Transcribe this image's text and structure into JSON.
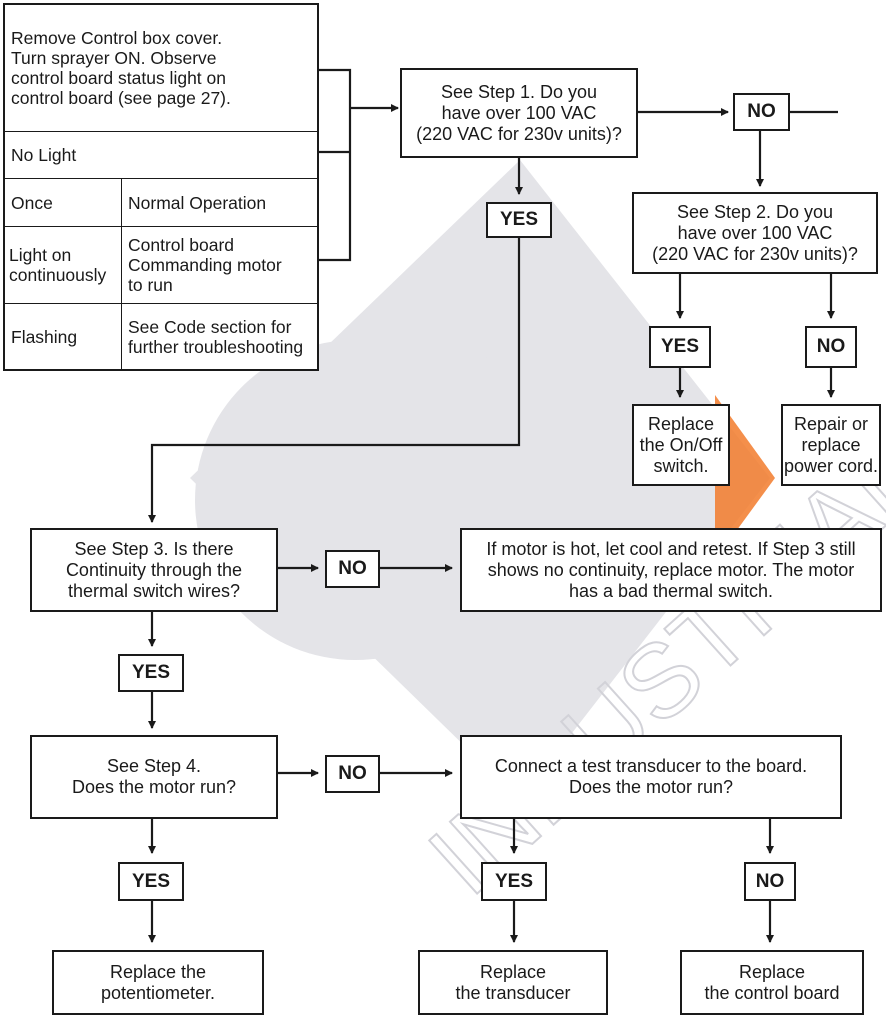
{
  "status_table": {
    "intro": "Remove Control box cover.\nTurn sprayer ON. Observe\ncontrol board status light on\ncontrol board (see page 27).",
    "rows": [
      {
        "light": "No Light",
        "meaning": ""
      },
      {
        "light": "Once",
        "meaning": "Normal Operation"
      },
      {
        "light": "Light on\ncontinuously",
        "meaning": "Control board\nCommanding motor\nto run"
      },
      {
        "light": "Flashing",
        "meaning": "See Code section for\nfurther troubleshooting"
      }
    ]
  },
  "nodes": {
    "step1": "See Step 1. Do you\nhave over 100 VAC\n(220 VAC for 230v units)?",
    "step2": "See Step 2. Do you\nhave over 100 VAC\n(220 VAC for 230v units)?",
    "replace_switch": "Replace\nthe On/Off\nswitch.",
    "repair_cord": "Repair or\nreplace\npower cord.",
    "step3": "See Step 3. Is there\nContinuity through the\nthermal switch wires?",
    "motor_hot": "If motor is hot, let cool and retest. If Step 3 still\nshows no continuity, replace motor. The motor\nhas a bad thermal switch.",
    "step4": "See Step 4.\nDoes the motor run?",
    "test_transducer": "Connect a test transducer to the board.\nDoes the motor run?",
    "replace_pot": "Replace the\npotentiometer.",
    "replace_transducer": "Replace\nthe transducer",
    "replace_board": "Replace\nthe control board"
  },
  "labels": {
    "yes": "YES",
    "no": "NO"
  },
  "watermark": {
    "text": "INDUSTRIAL",
    "colors": {
      "blue": "#e3e3e7",
      "orange": "#f07a2a"
    }
  }
}
